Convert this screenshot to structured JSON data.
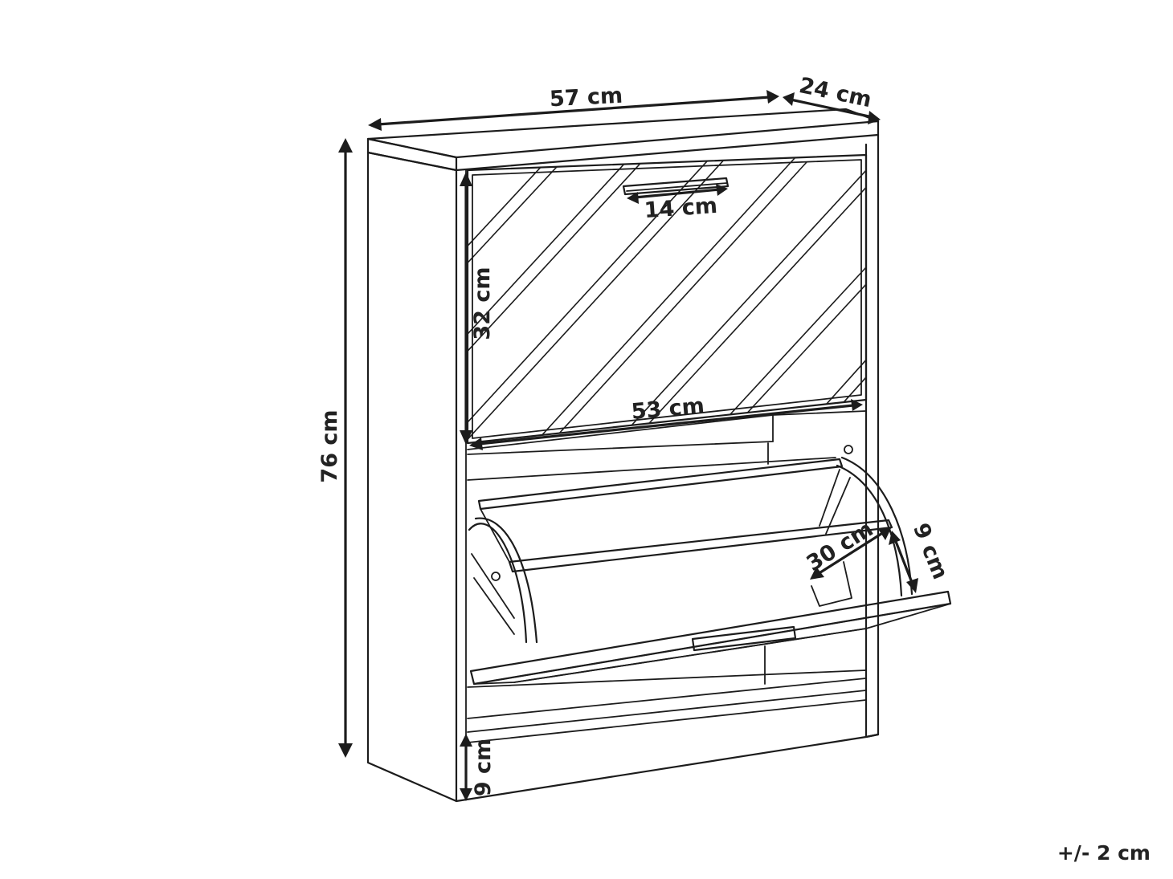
{
  "dimensions": {
    "width": "57 cm",
    "depth": "24 cm",
    "height": "76 cm",
    "flap_height": "32 cm",
    "handle_width": "14 cm",
    "inner_width": "53 cm",
    "drawer_depth": "30 cm",
    "drawer_side": "9 cm",
    "plinth_height": "9 cm"
  },
  "tolerance": "+/- 2 cm"
}
